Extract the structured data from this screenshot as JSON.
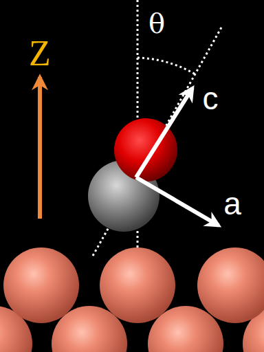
{
  "diagram": {
    "labels": [
      "Z",
      "θ",
      "c",
      "a"
    ]
  }
}
